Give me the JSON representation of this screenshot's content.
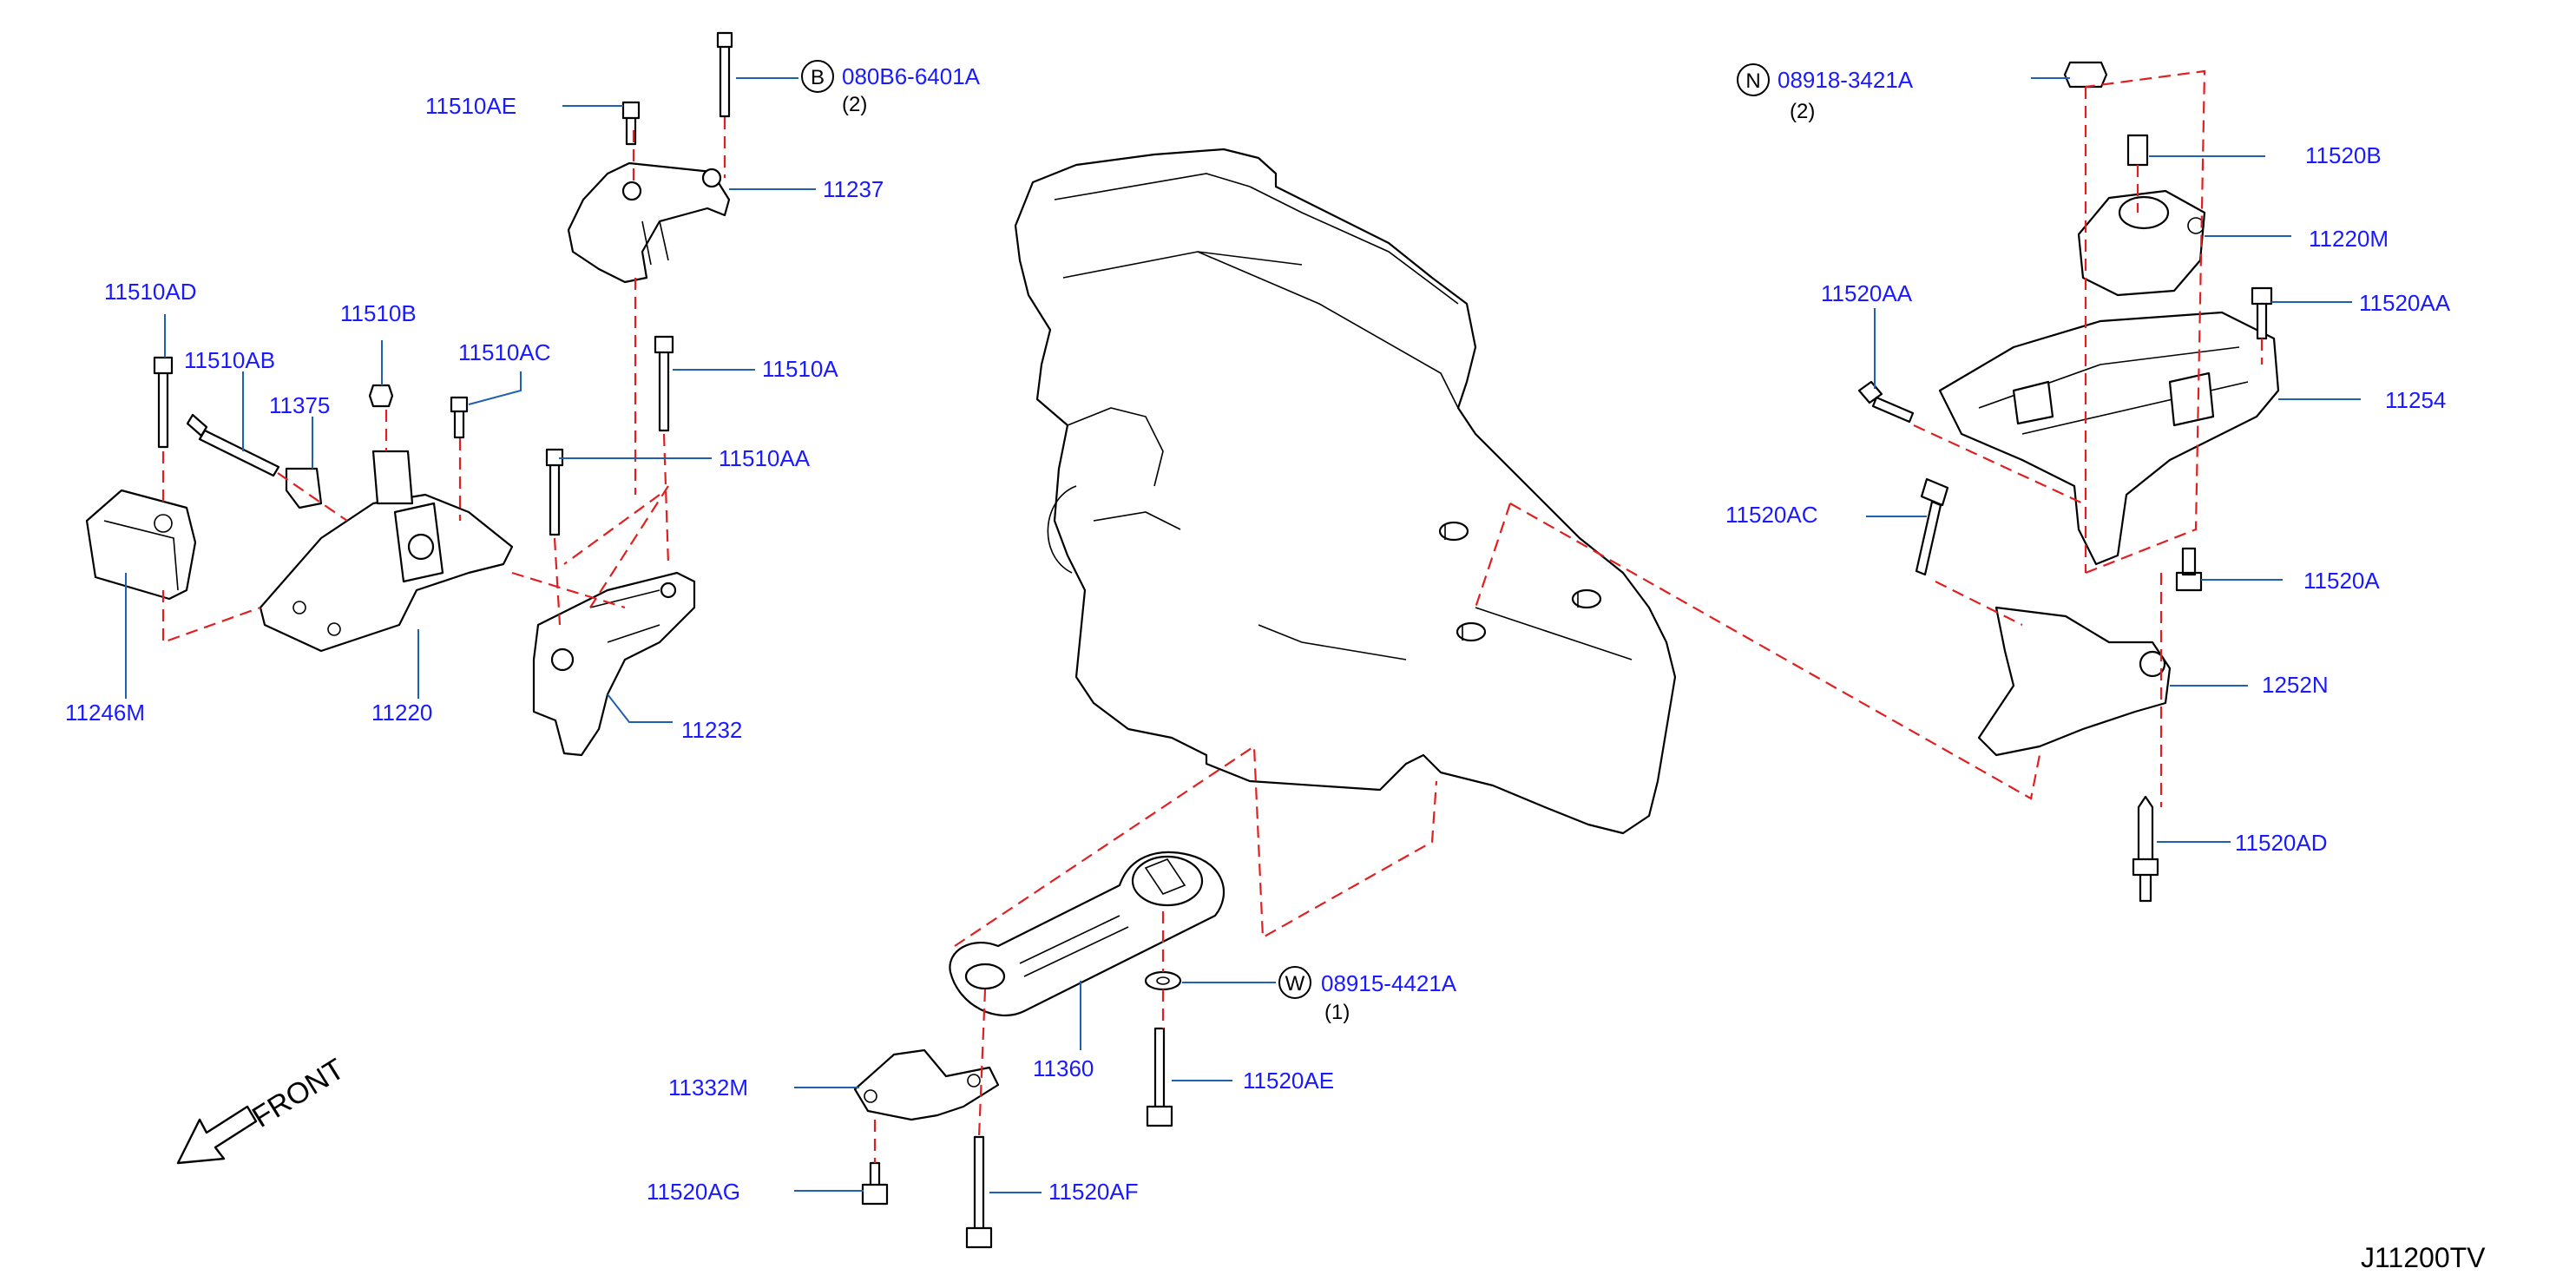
{
  "diagram_code": "J11200TV",
  "front_label": "FRONT",
  "colors": {
    "label": "#1a1aff",
    "leader": "#2060b0",
    "centerline": "#e02020",
    "outline": "#000000"
  },
  "labels": {
    "p11510AE": "11510AE",
    "p080B6": "080B6-6401A",
    "p080B6_qty": "(2)",
    "p080B6_circle": "B",
    "p11237": "11237",
    "p11510AD": "11510AD",
    "p11510B": "11510B",
    "p11510AB": "11510AB",
    "p11510AC": "11510AC",
    "p11510A": "11510A",
    "p11375": "11375",
    "p11510AA": "11510AA",
    "p11246M": "11246M",
    "p11220": "11220",
    "p11232": "11232",
    "p08918": "08918-3421A",
    "p08918_qty": "(2)",
    "p08918_circle": "N",
    "p11520B": "11520B",
    "p11220M": "11220M",
    "p11520AA_left": "11520AA",
    "p11520AA_right": "11520AA",
    "p11254": "11254",
    "p11520AC": "11520AC",
    "p11520A": "11520A",
    "p1252N": "1252N",
    "p11520AD": "11520AD",
    "p08915": "08915-4421A",
    "p08915_qty": "(1)",
    "p08915_circle": "W",
    "p11360": "11360",
    "p11520AE": "11520AE",
    "p11332M": "11332M",
    "p11520AG": "11520AG",
    "p11520AF": "11520AF"
  }
}
